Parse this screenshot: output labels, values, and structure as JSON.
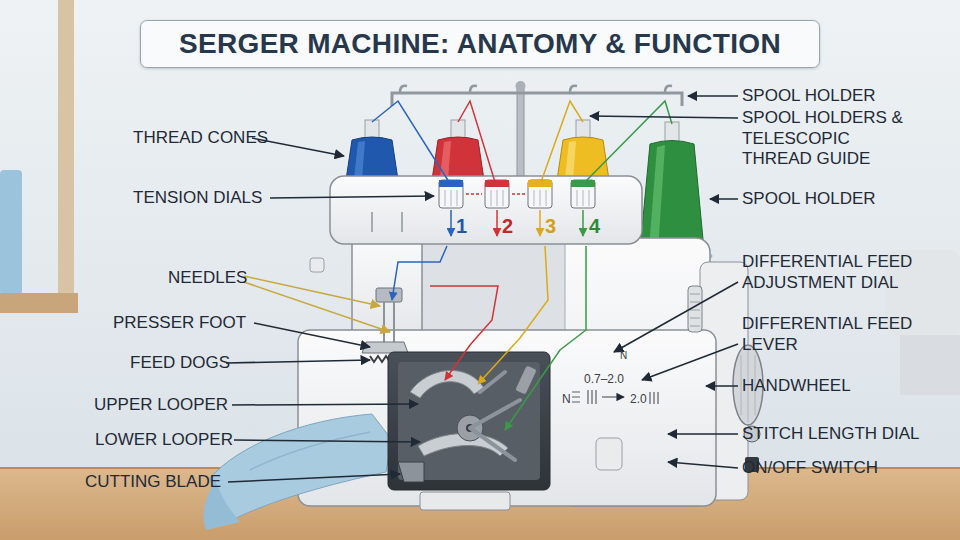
{
  "diagram": {
    "title": "SERGER MACHINE: ANATOMY & FUNCTION",
    "labels": [
      "SPOOL HOLDER",
      "THREAD CONES",
      "SPOOL HOLDERS & TELESCOPIC THREAD GUIDE",
      "TENSION DIALS",
      "SPOOL HOLDER",
      "1",
      "2",
      "3",
      "4",
      "NEEDLES",
      "DIFFERENTIAL FEED ADJUSTMENT DIAL",
      "N",
      "PRESSER FOOT",
      "DIFFERENTIAL FEED LEVER",
      "0.7–2.0",
      "N",
      "2.0",
      "FEED DOGS",
      "HANDWHEEL",
      "UPPER LOOPER",
      "STITCH LENGTH DIAL",
      "LOWER LOOPER",
      "ON/OFF SWITCH",
      "CUTTING BLADE"
    ]
  }
}
